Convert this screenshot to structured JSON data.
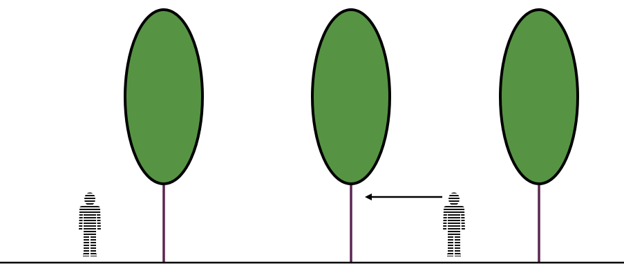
{
  "scene": {
    "background_color": "#ffffff",
    "ground_color": "#000000",
    "tree_count": 3,
    "person_count": 2,
    "arrow_direction": "left"
  },
  "colors": {
    "foliage": "#569443",
    "foliage_outline": "#000000",
    "trunk": "#5c2650",
    "arrow": "#000000",
    "person": "#111111"
  },
  "trees": [
    {
      "name": "tree-left",
      "icon": "tree-icon"
    },
    {
      "name": "tree-middle",
      "icon": "tree-icon"
    },
    {
      "name": "tree-right",
      "icon": "tree-icon"
    }
  ],
  "people": [
    {
      "name": "person-left",
      "icon": "person-icon",
      "pattern": "striped"
    },
    {
      "name": "person-right",
      "icon": "person-icon",
      "pattern": "striped"
    }
  ],
  "arrow": {
    "icon": "arrow-left-icon",
    "from": "person-right",
    "to": "tree-middle"
  }
}
